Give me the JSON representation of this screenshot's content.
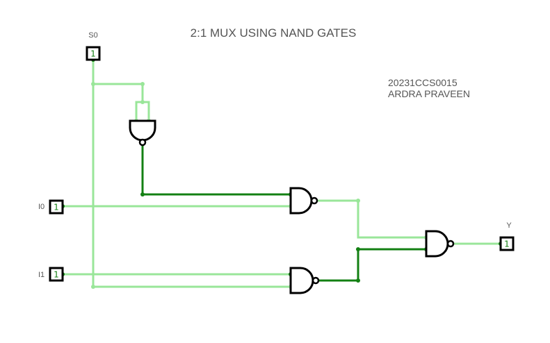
{
  "title": "2:1 MUX USING NAND GATES",
  "author": {
    "id": "20231CCS0015",
    "name": "ARDRA PRAVEEN"
  },
  "inputs": {
    "s0": {
      "label": "S0",
      "value": "1"
    },
    "i0": {
      "label": "I0",
      "value": "1"
    },
    "i1": {
      "label": "I1",
      "value": "1"
    }
  },
  "outputs": {
    "y": {
      "label": "Y",
      "value": "1"
    }
  },
  "colors": {
    "wire_low": "#99e699",
    "wire_high": "#138013",
    "gate_stroke": "#000000",
    "text": "#555555"
  }
}
